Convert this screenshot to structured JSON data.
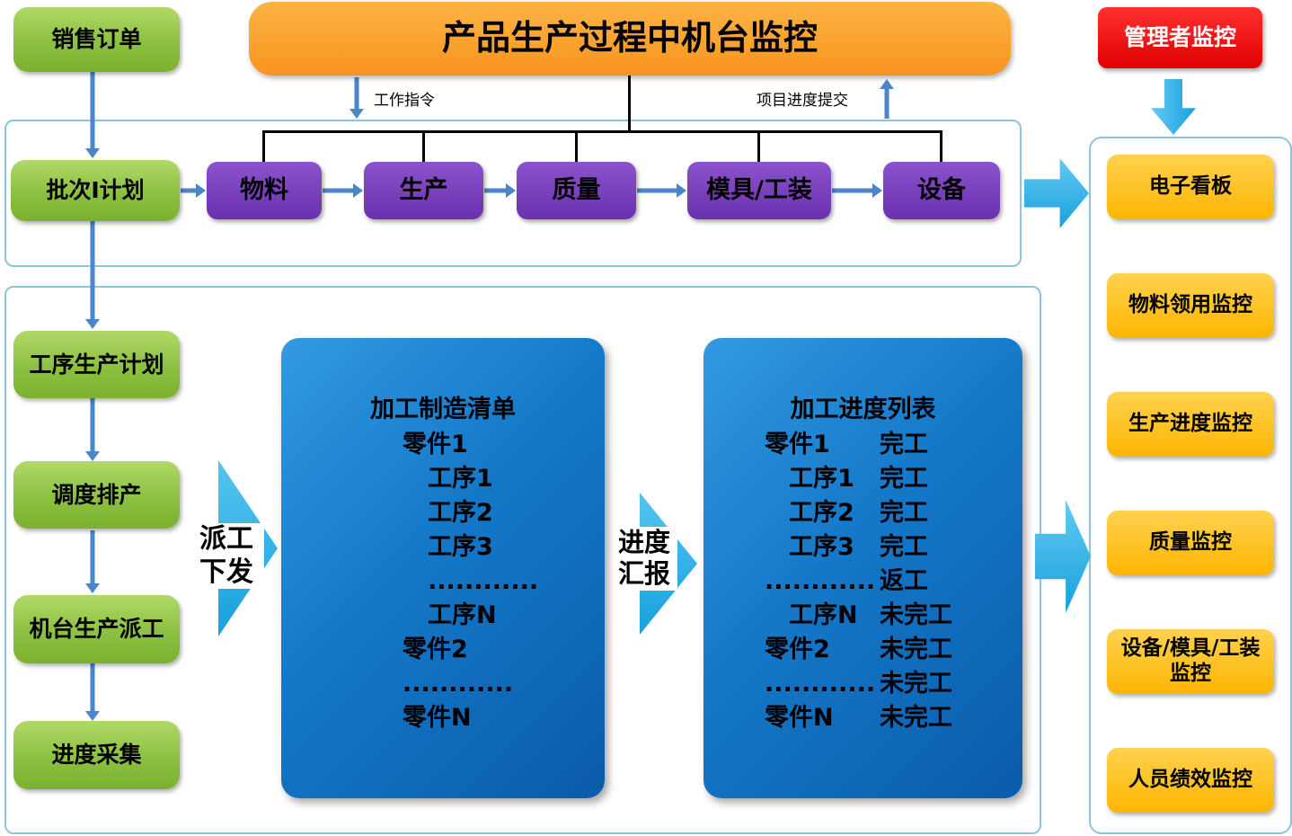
{
  "header": {
    "sales_order": "销售订单",
    "title": "产品生产过程中机台监控",
    "manager_monitor": "管理者监控",
    "work_instruction": "工作指令",
    "progress_submit": "项目进度提交"
  },
  "pipeline": {
    "batch_plan": "批次I计划",
    "stages": [
      "物料",
      "生产",
      "质量",
      "模具/工装",
      "设备"
    ]
  },
  "left_flow": [
    "工序生产计划",
    "调度排产",
    "机台生产派工",
    "进度采集"
  ],
  "dispatch_arrow": {
    "line1": "派工",
    "line2": "下发"
  },
  "report_arrow": {
    "line1": "进度",
    "line2": "汇报"
  },
  "mfg_list": {
    "title": "加工制造清单",
    "items": [
      "零件1",
      "工序1",
      "工序2",
      "工序3",
      "............",
      "工序N",
      "零件2",
      "............",
      "零件N"
    ]
  },
  "progress_list": {
    "title": "加工进度列表",
    "rows": [
      {
        "name": "零件1",
        "status": "完工"
      },
      {
        "name": "工序1",
        "status": "完工"
      },
      {
        "name": "工序2",
        "status": "完工"
      },
      {
        "name": "工序3",
        "status": "完工"
      },
      {
        "name": "............",
        "status": "返工"
      },
      {
        "name": "工序N",
        "status": "未完工"
      },
      {
        "name": "零件2",
        "status": "未完工"
      },
      {
        "name": "............",
        "status": "未完工"
      },
      {
        "name": "零件N",
        "status": "未完工"
      }
    ]
  },
  "monitors": [
    "电子看板",
    "物料领用监控",
    "生产进度监控",
    "质量监控",
    "设备/模具/工装监控",
    "人员绩效监控"
  ],
  "colors": {
    "green": "#8CC63F",
    "orange": "#F7941E",
    "red": "#ED1C24",
    "purple": "#7440B0",
    "blue_panel": "#1271C0",
    "yellow": "#FFB90F",
    "arrow_blue": "#29ABE2",
    "connector_blue": "#4A86C8"
  }
}
